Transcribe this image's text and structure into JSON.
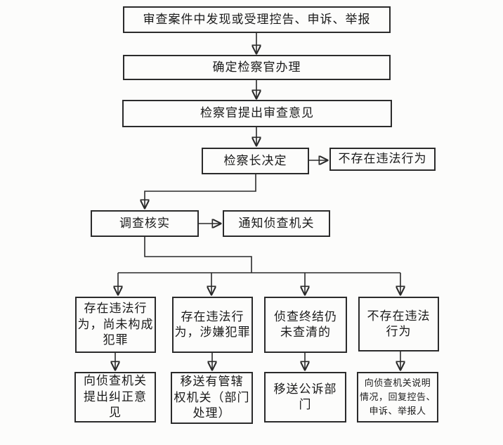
{
  "colors": {
    "line": "#2a2a2a",
    "border": "#2b2b2b",
    "text": "#1a1a1a",
    "background": "#fcfcfb"
  },
  "nodes": {
    "n1": {
      "label": "审查案件中发现或受理控告、申诉、举报"
    },
    "n2": {
      "label": "确定检察官办理"
    },
    "n3": {
      "label": "检察官提出审查意见"
    },
    "n4": {
      "label": "检察长决定"
    },
    "n5": {
      "label": "不存在违法行为"
    },
    "n6": {
      "label": "调查核实"
    },
    "n7": {
      "label": "通知侦查机关"
    },
    "n8": {
      "label": "存在违法行\n为，尚未构成\n犯罪"
    },
    "n9": {
      "label": "存在违法行\n为，涉嫌犯罪"
    },
    "n10": {
      "label": "侦查终结仍\n未查清的"
    },
    "n11": {
      "label": "不存在违法\n行为"
    },
    "n12": {
      "label": "向侦查机关\n提出纠正意\n见"
    },
    "n13": {
      "label": "移送有管辖\n权机关（部门\n处理）"
    },
    "n14": {
      "label": "移送公诉部\n门"
    },
    "n15": {
      "label": "向侦查机关说明\n情况，回复控告、\n申诉、举报人"
    }
  },
  "edges": [
    {
      "from": "n1",
      "to": "n2",
      "arrow": true
    },
    {
      "from": "n2",
      "to": "n3",
      "arrow": true
    },
    {
      "from": "n3",
      "to": "n4",
      "arrow": true
    },
    {
      "from": "n4",
      "to": "n5",
      "arrow": true
    },
    {
      "from": "n4",
      "to": "n6",
      "arrow": true
    },
    {
      "from": "n6",
      "to": "n7",
      "arrow": true
    },
    {
      "from": "n6",
      "to": "n8",
      "arrow": true
    },
    {
      "from": "n6",
      "to": "n9",
      "arrow": true
    },
    {
      "from": "n6",
      "to": "n10",
      "arrow": true
    },
    {
      "from": "n6",
      "to": "n11",
      "arrow": true
    },
    {
      "from": "n8",
      "to": "n12",
      "arrow": true
    },
    {
      "from": "n9",
      "to": "n13",
      "arrow": true
    },
    {
      "from": "n10",
      "to": "n14",
      "arrow": true
    },
    {
      "from": "n11",
      "to": "n15",
      "arrow": true
    }
  ]
}
